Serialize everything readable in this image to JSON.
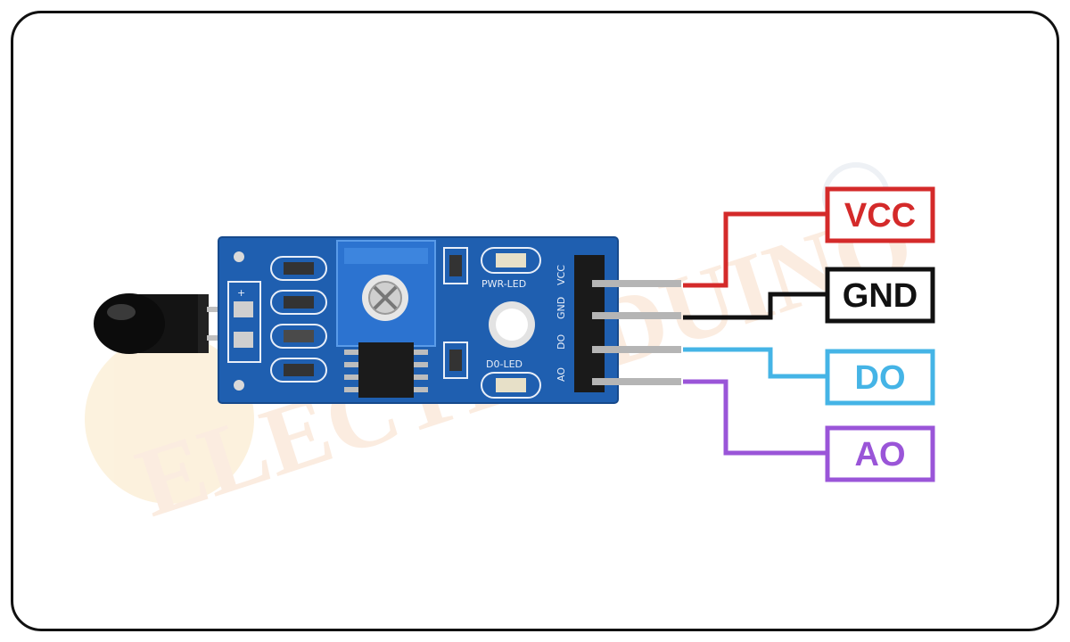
{
  "watermark": {
    "text": "ELECTRODUINO",
    "color": "#f4c9a8"
  },
  "board": {
    "color": "#1f5fb0",
    "silkscreen": {
      "pwr_led": "PWR-LED",
      "d0_led": "D0-LED",
      "header": [
        "VCC",
        "GND",
        "DO",
        "AO"
      ]
    }
  },
  "pins": [
    {
      "label": "VCC",
      "color": "#d42a2a"
    },
    {
      "label": "GND",
      "color": "#111111"
    },
    {
      "label": "DO",
      "color": "#45b4e6"
    },
    {
      "label": "AO",
      "color": "#9a55d8"
    }
  ]
}
